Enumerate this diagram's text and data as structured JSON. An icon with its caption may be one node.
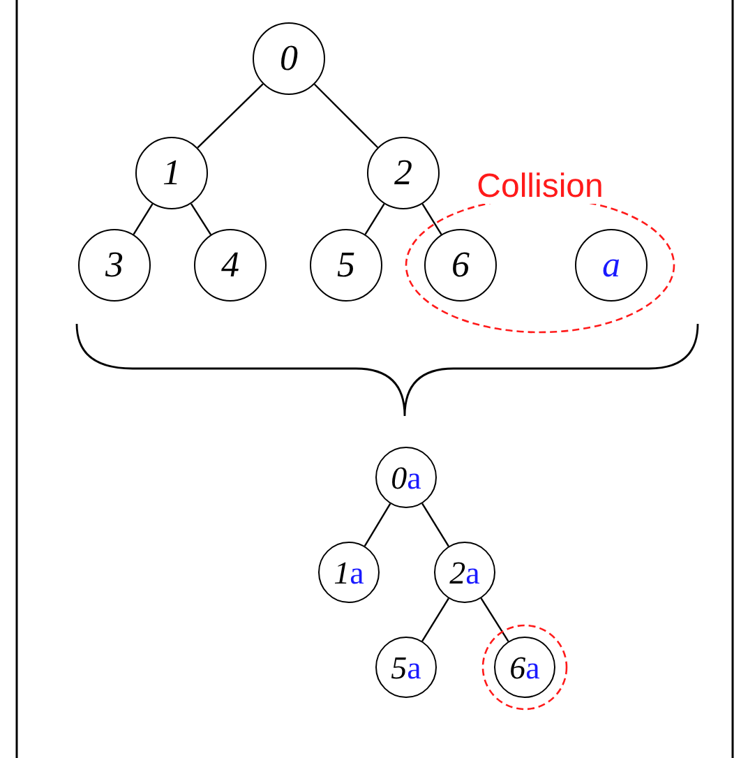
{
  "diagram": {
    "nodes": [
      {
        "text": [
          "0"
        ]
      },
      {
        "text": [
          "1"
        ]
      },
      {
        "text": [
          "2"
        ]
      },
      {
        "text": [
          "3"
        ]
      },
      {
        "text": [
          "4"
        ]
      },
      {
        "text": [
          "5"
        ]
      },
      {
        "text": [
          "Collision"
        ]
      },
      {
        "text": [
          "6"
        ],
        "in": 6
      },
      {
        "text": [
          "a"
        ],
        "in": 6
      },
      {
        "text": [
          "0a"
        ]
      },
      {
        "text": [
          "1a"
        ]
      },
      {
        "text": [
          "2a"
        ]
      },
      {
        "text": [
          "5a"
        ]
      },
      {
        "text": [],
        "shape": "circle"
      },
      {
        "text": [
          "6a"
        ],
        "in": 13
      }
    ],
    "edges": [
      {
        "from": 0,
        "to": 1,
        "arrow": "none"
      },
      {
        "from": 0,
        "to": 2,
        "arrow": "none"
      },
      {
        "from": 1,
        "to": 3,
        "arrow": "none"
      },
      {
        "from": 1,
        "to": 4,
        "arrow": "none"
      },
      {
        "from": 2,
        "to": 5,
        "arrow": "none"
      },
      {
        "from": 2,
        "to": 7,
        "arrow": "none"
      },
      {
        "from": 9,
        "to": 10,
        "arrow": "none"
      },
      {
        "from": 9,
        "to": 11,
        "arrow": "none"
      },
      {
        "from": 11,
        "to": 12,
        "arrow": "none"
      },
      {
        "from": 11,
        "to": 14,
        "arrow": "none"
      }
    ]
  }
}
